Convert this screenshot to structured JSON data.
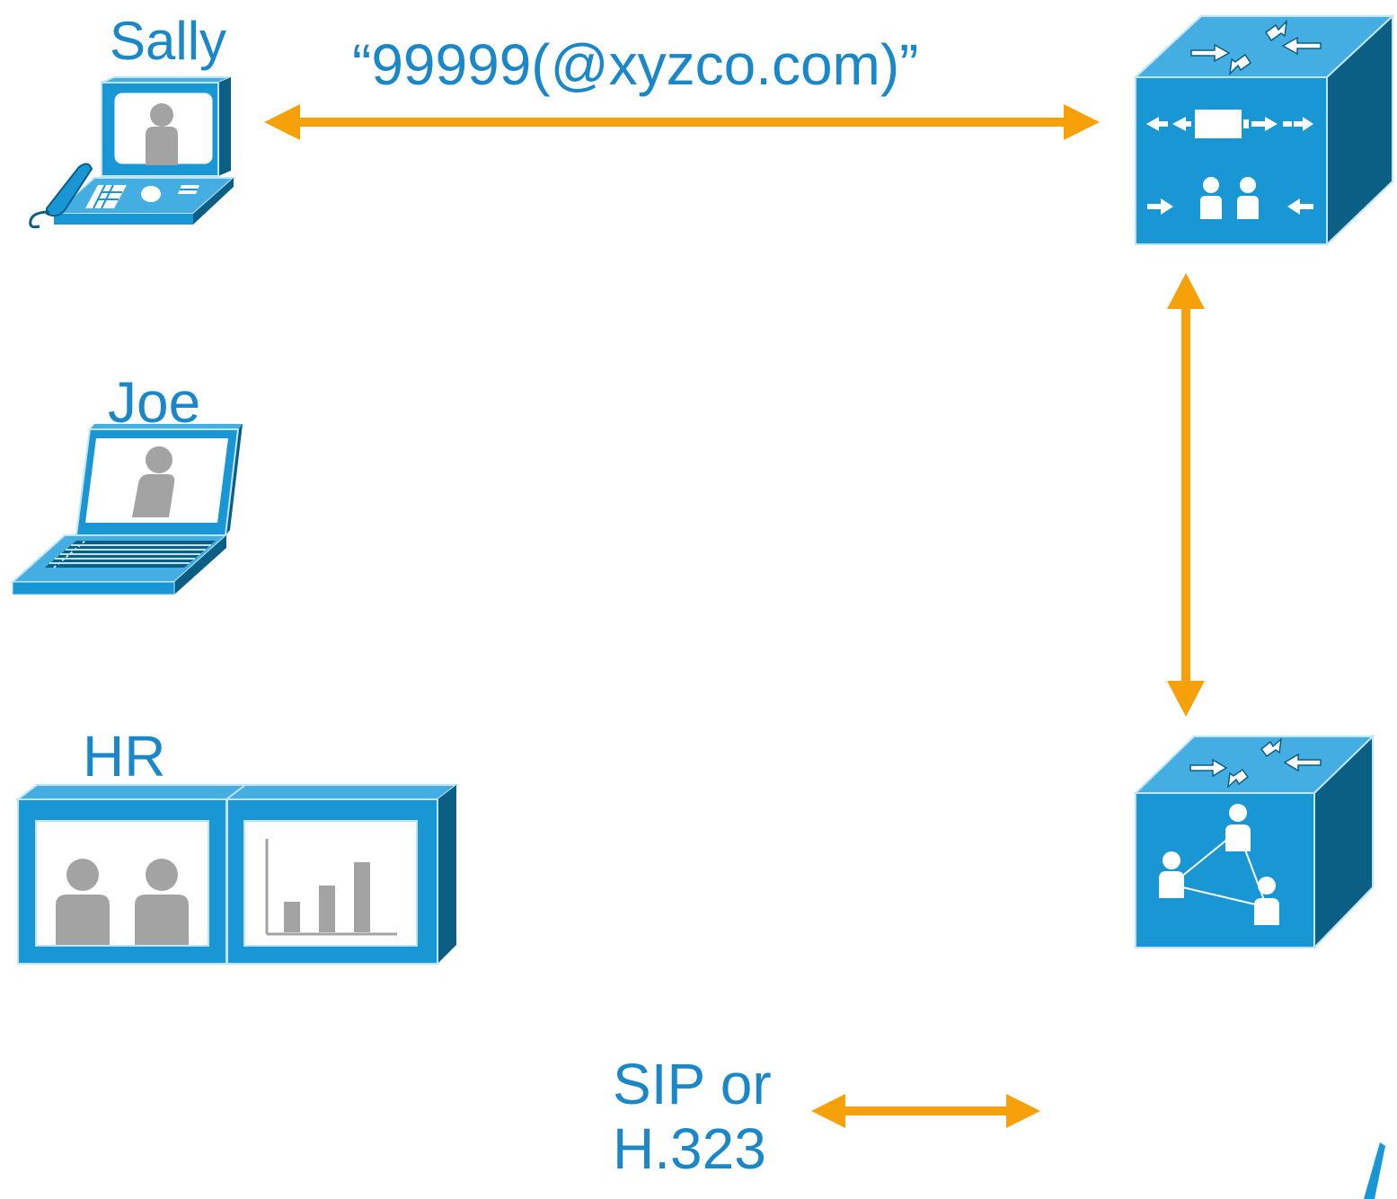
{
  "colors": {
    "text": "#1a87c9",
    "arrow": "#f7a10a",
    "device_face": "#1897d4",
    "device_side": "#0b5e84",
    "device_top": "#44aee2",
    "figure_grey": "#a3a3a3"
  },
  "labels": {
    "sally": "Sally",
    "dial_string": "“99999(@xyzco.com)”",
    "joe": "Joe",
    "hr": "HR",
    "protocol_line1": "SIP or",
    "protocol_line2": "H.323"
  },
  "nodes": [
    {
      "id": "sally-endpoint",
      "icon": "video-phone-icon"
    },
    {
      "id": "joe-endpoint",
      "icon": "laptop-video-icon"
    },
    {
      "id": "hr-endpoint",
      "icon": "telepresence-room-icon"
    },
    {
      "id": "call-control-server",
      "icon": "call-control-cube-icon"
    },
    {
      "id": "conference-bridge",
      "icon": "conference-bridge-cube-icon"
    }
  ],
  "edges": [
    {
      "from": "sally-endpoint",
      "to": "call-control-server",
      "label": "“99999(@xyzco.com)”",
      "direction": "both"
    },
    {
      "from": "call-control-server",
      "to": "conference-bridge",
      "direction": "both"
    }
  ],
  "legend": {
    "label": "SIP or H.323",
    "symbol": "double-arrow"
  }
}
